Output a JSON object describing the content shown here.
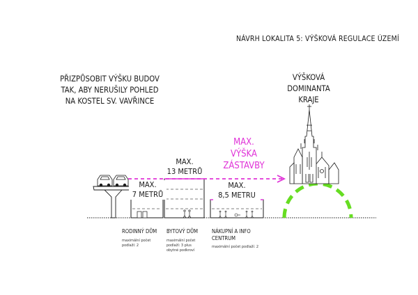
{
  "header": {
    "title": "NÁVRH LOKALITA 5: VÝŠKOVÁ REGULACE ÚZEMÍ"
  },
  "intro": {
    "lines": [
      "PŘIZPŮSOBIT VÝŠKU BUDOV",
      "TAK, ABY NERUŠILY POHLED",
      "NA KOSTEL SV. VAVŘINCE"
    ]
  },
  "dominant": {
    "lines": [
      "VÝŠKOVÁ",
      "DOMINANTA",
      "KRAJE"
    ]
  },
  "max_height": {
    "lines": [
      "MAX.",
      "VÝŠKA",
      "ZÁSTAVBY"
    ]
  },
  "limits": {
    "house": {
      "lines": [
        "MAX.",
        "7 METRŮ"
      ]
    },
    "apartment": {
      "lines": [
        "MAX.",
        "13 METRŮ"
      ]
    },
    "shopping": {
      "lines": [
        "MAX.",
        "8,5 METRU"
      ]
    }
  },
  "buildings": {
    "house": {
      "name": "RODINNÝ DŮM",
      "note": [
        "maximální počet",
        "podlaží: 2"
      ]
    },
    "apartment": {
      "name": "BYTOVÝ DŮM",
      "note": [
        "maximální počet",
        "podlaží: 3 plus",
        "obytné podkroví"
      ]
    },
    "shopping": {
      "name": [
        "NÁKUPNÍ A INFO",
        "CENTRUM"
      ],
      "note": [
        "maximální počet podlaží: 2"
      ]
    }
  },
  "colors": {
    "magenta": "#e033d8",
    "green_dashed": "#66dd22",
    "line": "#1a1a1a"
  },
  "icons": [
    "car-icon",
    "people-icon",
    "church-icon"
  ]
}
